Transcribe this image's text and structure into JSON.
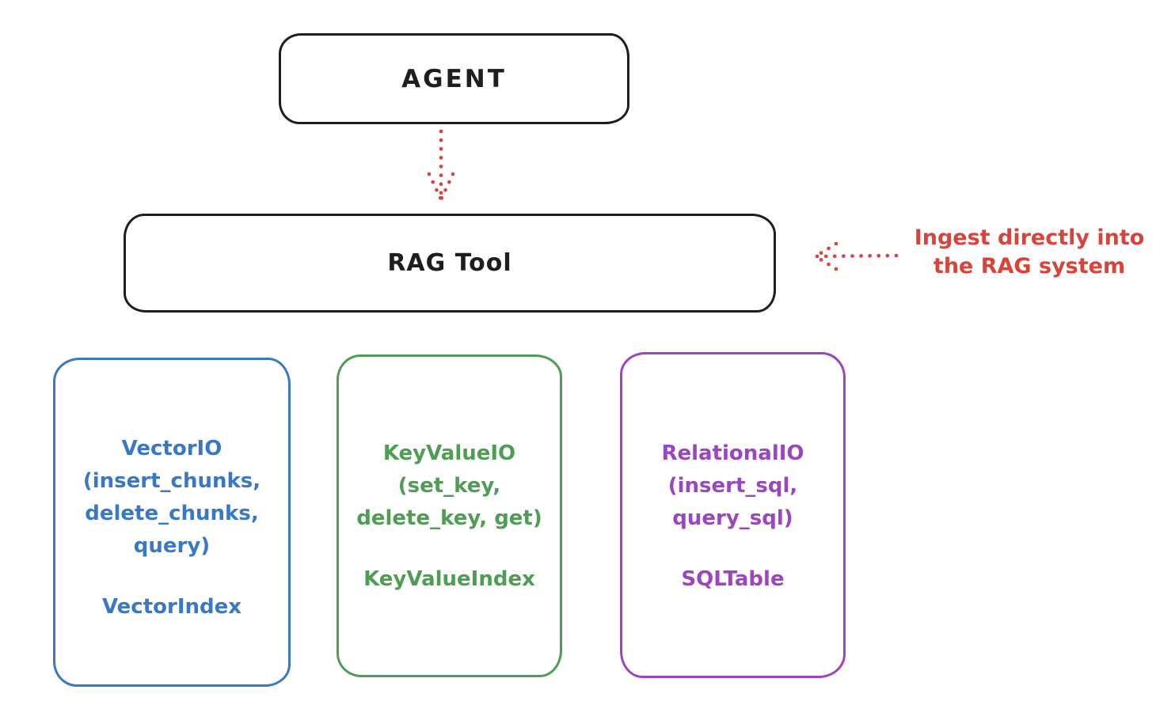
{
  "colors": {
    "ink": "#1e1e1e",
    "red": "#d8433a",
    "blue": "#3b78c2",
    "green": "#4f9d55",
    "purple": "#9b46bd",
    "background": "#ffffff"
  },
  "nodes": {
    "agent": {
      "label": "AGENT"
    },
    "rag_tool": {
      "label": "RAG Tool"
    },
    "vector_io": {
      "lines": [
        "VectorIO",
        "(insert_chunks,",
        "delete_chunks,",
        "query)"
      ],
      "index_label": "VectorIndex"
    },
    "key_value_io": {
      "lines": [
        "KeyValueIO",
        "(set_key,",
        "delete_key, get)"
      ],
      "index_label": "KeyValueIndex"
    },
    "relational_io": {
      "lines": [
        "RelationalIO",
        "(insert_sql,",
        "query_sql)"
      ],
      "index_label": "SQLTable"
    }
  },
  "annotation": {
    "lines": [
      "Ingest directly into",
      "the RAG system"
    ]
  }
}
